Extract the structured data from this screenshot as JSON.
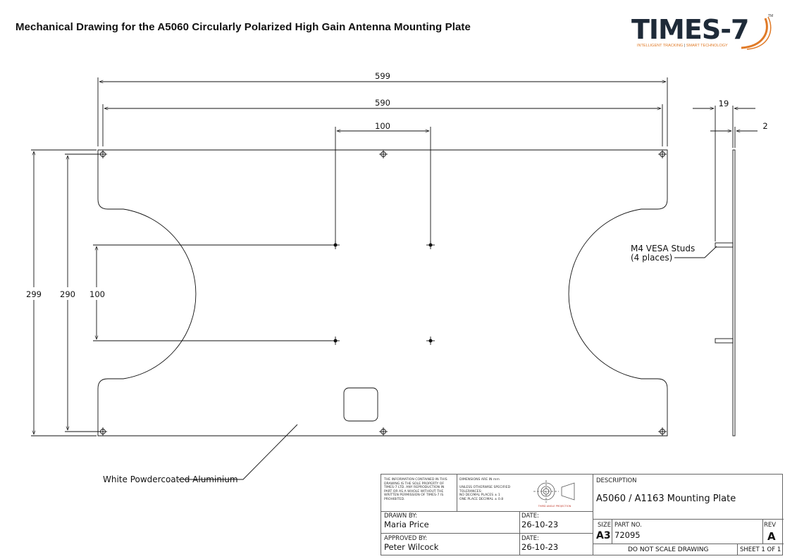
{
  "header": {
    "title": "Mechanical Drawing for the A5060 Circularly Polarized High Gain Antenna Mounting Plate"
  },
  "logo": {
    "text": "TIMES-7",
    "tagline_a": "INTELLIGENT TRACKING",
    "tagline_sep": " | ",
    "tagline_b": "SMART TECHNOLOGY",
    "tm": "TM",
    "colors": {
      "primary": "#1e2a38",
      "accent": "#e07a27"
    }
  },
  "dimensions": {
    "overall_width": "599",
    "hole_span_width": "590",
    "stud_spacing_x": "100",
    "overall_height": "299",
    "hole_span_height": "290",
    "stud_spacing_y": "100",
    "side_depth": "19",
    "side_thickness": "2"
  },
  "notes": {
    "studs_line1": "M4 VESA Studs",
    "studs_line2": "(4 places)",
    "material": "White Powdercoated Aluminium"
  },
  "title_block": {
    "disclaimer": [
      "THE INFORMATION CONTAINED IN THIS",
      "DRAWING IS THE SOLE PROPERTY OF",
      "TIMES-7 LTD.  ANY REPRODUCTION IN",
      "PART OR AS A WHOLE WITHOUT THE",
      "WRITTEN PERMISSION OF TIMES-7 IS",
      "PROHIBITED."
    ],
    "tolerance_lines": [
      "DIMENSIONS ARE IN mm",
      "",
      "UNLESS OTHERWISE SPECIFIED",
      "TOLERANCES:",
      "NO DECIMAL PLACES ± 1",
      "ONE PLACE DECIMAL ± 0.8"
    ],
    "projection_caption": "THIRD ANGLE PROJECTION",
    "description_label": "DESCRIPTION",
    "description": "A5060 / A1163 Mounting Plate",
    "drawn_by_label": "DRAWN BY:",
    "drawn_by": "Maria Price",
    "drawn_date_label": "DATE:",
    "drawn_date": "26-10-23",
    "approved_by_label": "APPROVED BY:",
    "approved_by": "Peter Wilcock",
    "approved_date_label": "DATE:",
    "approved_date": "26-10-23",
    "size_label": "SIZE",
    "size": "A3",
    "part_no_label": "PART NO.",
    "part_no": "72095",
    "rev_label": "REV",
    "rev": "A",
    "scale_note": "DO NOT SCALE DRAWING",
    "sheet": "SHEET 1 OF 1"
  }
}
